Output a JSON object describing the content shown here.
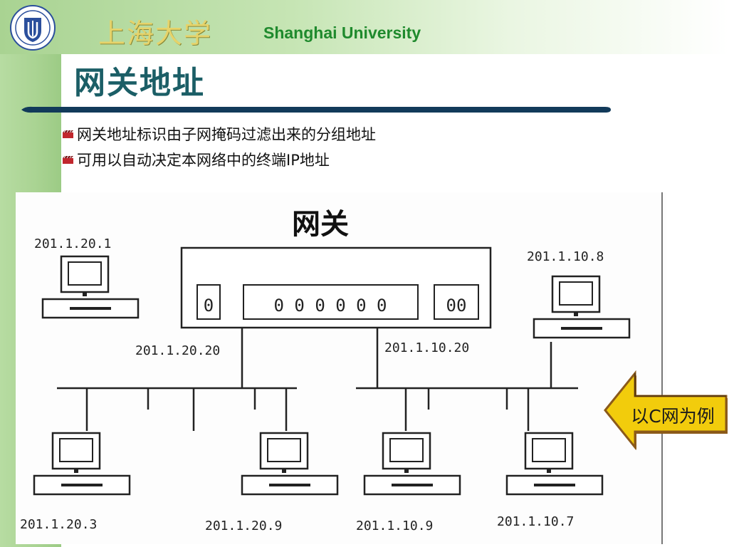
{
  "header": {
    "university_cn": "上海大学",
    "university_en": "Shanghai University",
    "logo_icon": "shanghai-university-seal-icon"
  },
  "slide": {
    "title": "网关地址",
    "bullets": [
      "网关地址标识由子网掩码过滤出来的分组地址",
      "可用以自动决定本网络中的终端IP地址"
    ],
    "bullet_icon": "clapperboard-bullet-icon"
  },
  "diagram": {
    "gateway_label": "网关",
    "gateway_ports": [
      "0",
      "0 0 0 0 0 0",
      "00"
    ],
    "gateway_port_left_ip": "201.1.20.20",
    "gateway_port_right_ip": "201.1.10.20",
    "hosts": [
      {
        "ip": "201.1.20.1"
      },
      {
        "ip": "201.1.10.8"
      },
      {
        "ip": "201.1.20.3"
      },
      {
        "ip": "201.1.20.9"
      },
      {
        "ip": "201.1.10.9"
      },
      {
        "ip": "201.1.10.7"
      }
    ]
  },
  "callout": {
    "label": "以C网为例",
    "fill_color": "#f2cc0c",
    "border_color": "#8b5a1a"
  },
  "colors": {
    "title": "#1b5e66",
    "brand_cn": "#e6d36a",
    "brand_en": "#1f8a2d",
    "rule": "#123a5a",
    "band": "#a9d392"
  }
}
